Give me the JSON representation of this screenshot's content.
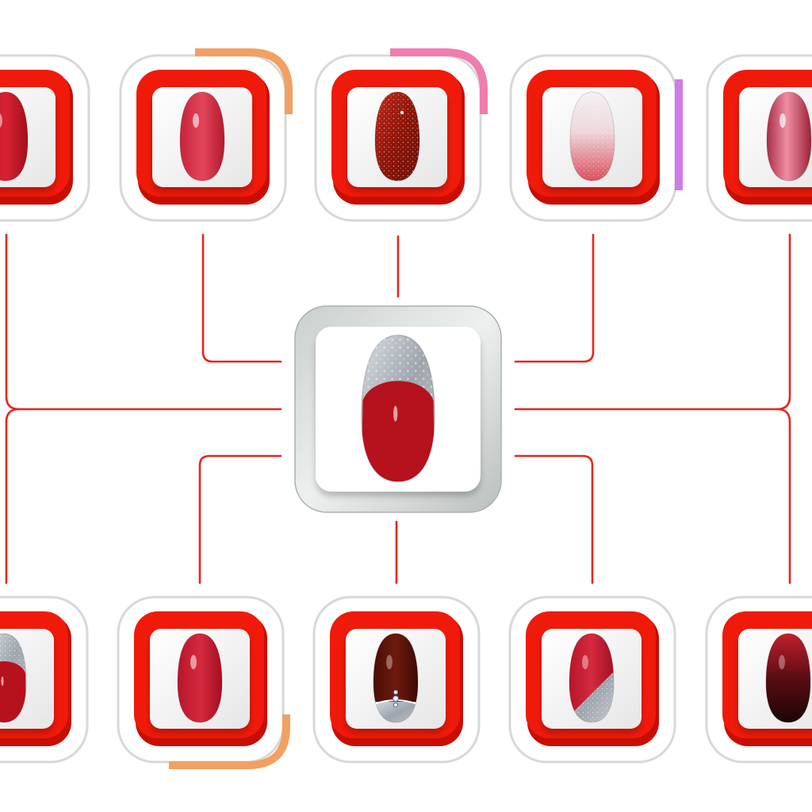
{
  "diagram": {
    "center": {
      "nail": "nail-french-red-silver-tip-icon"
    },
    "top_row": [
      {
        "nail": "nail-red-glossy-icon",
        "accent": "#F6C95A",
        "accent_side": "top-left"
      },
      {
        "nail": "nail-raspberry-glossy-icon",
        "accent": "#F2A061",
        "accent_side": "top-right"
      },
      {
        "nail": "nail-red-glitter-icon",
        "accent": "#F07CB0",
        "accent_side": "top-right"
      },
      {
        "nail": "nail-white-to-red-ombre-icon",
        "accent": "#CF7BEA",
        "accent_side": "right"
      },
      {
        "nail": "nail-rose-chrome-icon",
        "accent": "",
        "accent_side": ""
      }
    ],
    "bottom_row": [
      {
        "nail": "nail-red-silver-tip-icon",
        "accent": "",
        "accent_side": ""
      },
      {
        "nail": "nail-crimson-glossy-icon",
        "accent": "#F2A061",
        "accent_side": "bottom-right"
      },
      {
        "nail": "nail-burgundy-rhinestone-icon",
        "accent": "",
        "accent_side": ""
      },
      {
        "nail": "nail-red-silver-diagonal-icon",
        "accent": "",
        "accent_side": ""
      },
      {
        "nail": "nail-red-to-black-ombre-icon",
        "accent": "",
        "accent_side": ""
      }
    ],
    "colors": {
      "connector": "#E8261C",
      "frame_red": "#F01A0A",
      "frame_dark": "#C80E04",
      "outline": "#D5D9D8"
    }
  }
}
